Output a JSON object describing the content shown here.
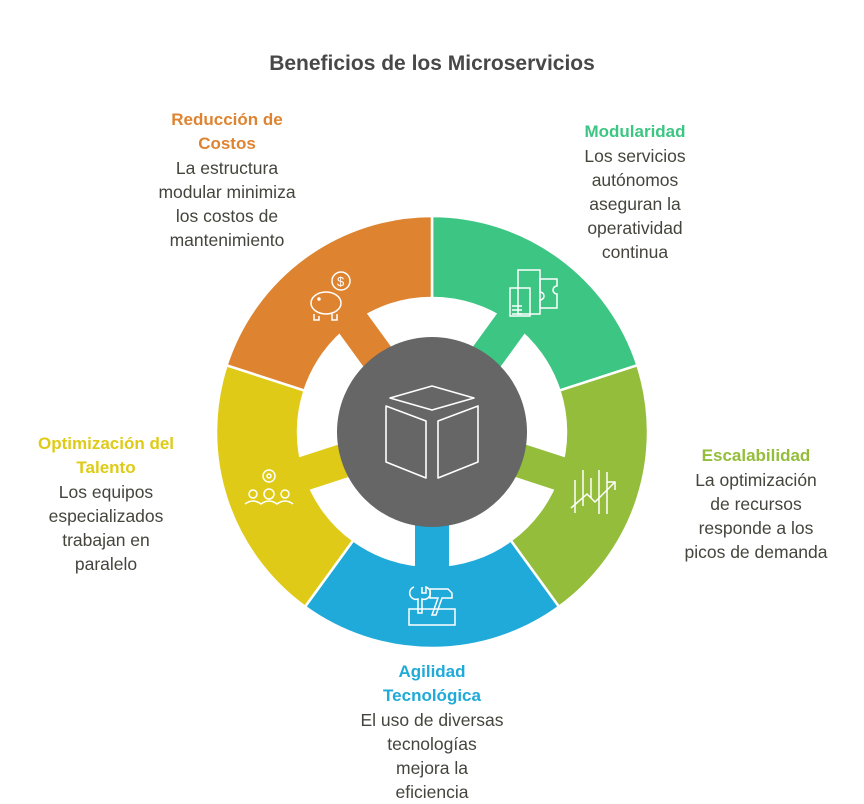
{
  "title": "Beneficios de los Microservicios",
  "colors": {
    "center": "#666666",
    "icon": "#ffffff",
    "text": "#45453d"
  },
  "segments": [
    {
      "key": "modularidad",
      "color": "#3DC583",
      "icon": "puzzle-document-icon",
      "heading": [
        "Modularidad"
      ],
      "desc": [
        "Los servicios",
        "autónomos",
        "aseguran la",
        "operatividad",
        "continua"
      ]
    },
    {
      "key": "escalabilidad",
      "color": "#93BD3A",
      "icon": "growth-chart-icon",
      "heading": [
        "Escalabilidad"
      ],
      "desc": [
        "La optimización",
        "de recursos",
        "responde a los",
        "picos de demanda"
      ]
    },
    {
      "key": "agilidad",
      "color": "#20AAD9",
      "icon": "toolbox-icon",
      "heading": [
        "Agilidad",
        "Tecnológica"
      ],
      "desc": [
        "El uso de diversas",
        "tecnologías",
        "mejora la",
        "eficiencia"
      ]
    },
    {
      "key": "talento",
      "color": "#DFCB17",
      "icon": "team-gear-icon",
      "heading": [
        "Optimización del",
        "Talento"
      ],
      "desc": [
        "Los equipos",
        "especializados",
        "trabajan en",
        "paralelo"
      ]
    },
    {
      "key": "costos",
      "color": "#DE8431",
      "icon": "piggy-bank-icon",
      "heading": [
        "Reducción de",
        "Costos"
      ],
      "desc": [
        "La estructura",
        "modular minimiza",
        "los costos de",
        "mantenimiento"
      ]
    }
  ]
}
